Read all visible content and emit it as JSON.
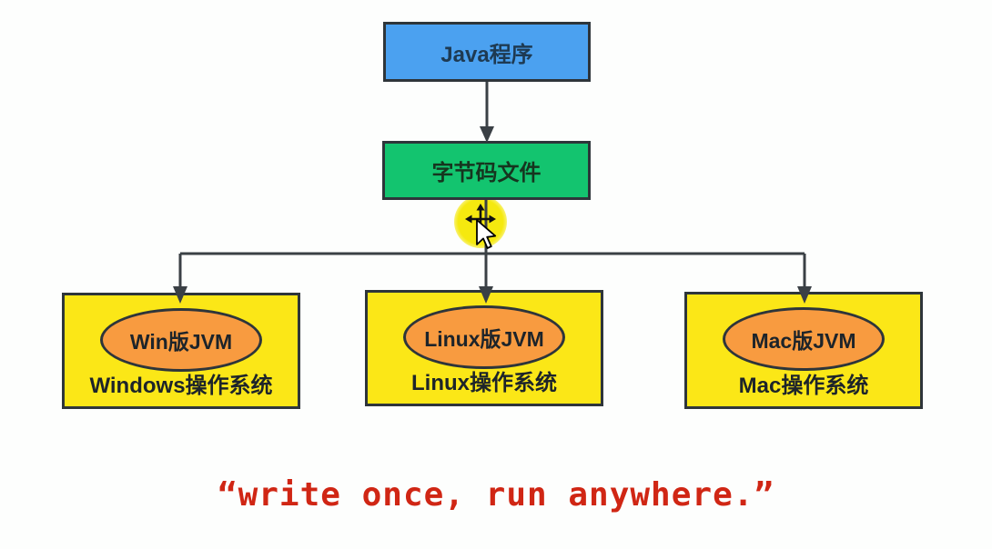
{
  "diagram": {
    "java_box": {
      "label": "Java程序"
    },
    "bytecode_box": {
      "label": "字节码文件"
    },
    "platforms": [
      {
        "id": "windows",
        "jvm_label": "Win版JVM",
        "os_label": "Windows操作系统"
      },
      {
        "id": "linux",
        "jvm_label": "Linux版JVM",
        "os_label": "Linux操作系统"
      },
      {
        "id": "mac",
        "jvm_label": "Mac版JVM",
        "os_label": "Mac操作系统"
      }
    ],
    "quote": "“write once, run anywhere.”"
  },
  "cursor": {
    "type": "move-cursor-with-pointer",
    "highlight_color": "#f5e90f"
  },
  "colors": {
    "background": "#fdfefd",
    "java_box_fill": "#4ba1f0",
    "bytecode_box_fill": "#13c46f",
    "platform_box_fill": "#fbe717",
    "jvm_ellipse_fill": "#f89b40",
    "node_border": "#2e353a",
    "connector_line": "#3a4045",
    "quote_red": "#d02614"
  }
}
